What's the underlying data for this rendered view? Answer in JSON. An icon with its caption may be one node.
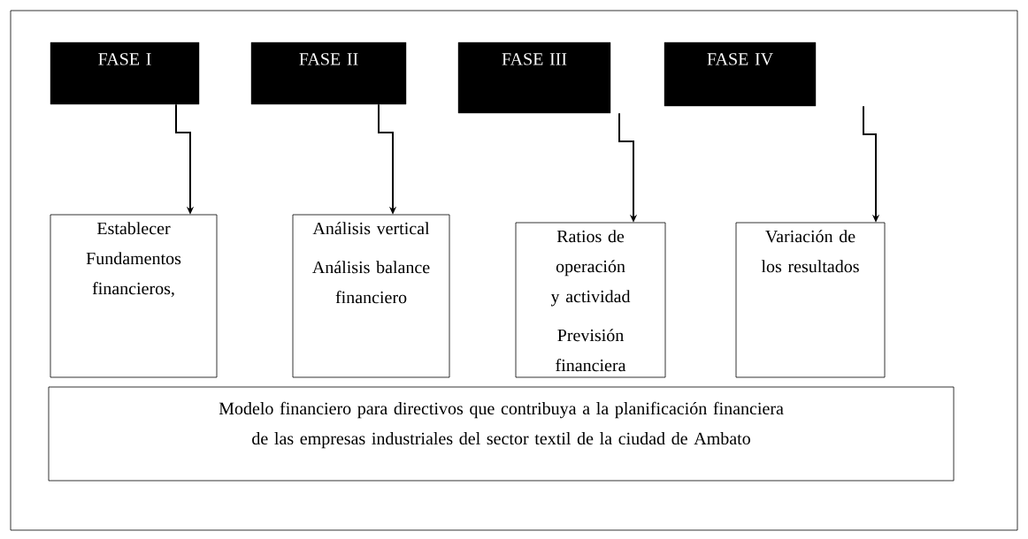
{
  "diagram": {
    "nodes": [
      {
        "text": [
          "FASE I"
        ]
      },
      {
        "text": [
          "FASE II"
        ]
      },
      {
        "text": [
          "FASE III"
        ]
      },
      {
        "text": [
          "FASE IV"
        ]
      },
      {
        "text": [
          "Establecer Fundamentos financieros,"
        ]
      },
      {
        "text": [
          "Análisis vertical",
          "Análisis balance financiero"
        ]
      },
      {
        "text": [
          "Ratios de operación y actividad",
          "Previsión financiera"
        ]
      },
      {
        "text": [
          "Variación de los resultados"
        ]
      },
      {
        "text": [
          "Modelo financiero para directivos que contribuya a la planificación financiera de las empresas industriales del sector textil de la ciudad de Ambato"
        ]
      }
    ],
    "edges": [
      {
        "from": 0,
        "to": 4,
        "arrow": "to"
      },
      {
        "from": 1,
        "to": 5,
        "arrow": "to"
      },
      {
        "from": 2,
        "to": 6,
        "arrow": "to"
      },
      {
        "from": 3,
        "to": 7,
        "arrow": "to"
      }
    ]
  }
}
